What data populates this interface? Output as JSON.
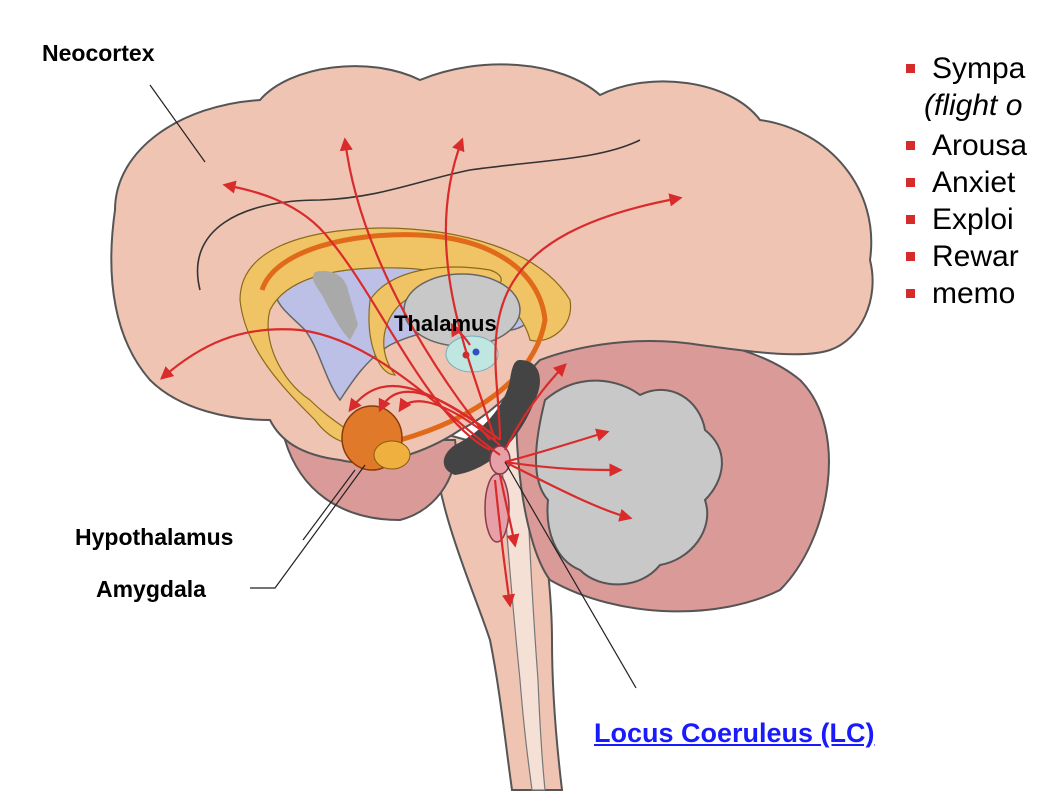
{
  "labels": {
    "neocortex": "Neocortex",
    "thalamus": "Thalamus",
    "hypothalamus": "Hypothalamus",
    "amygdala": "Amygdala"
  },
  "link": {
    "text": "Locus Coeruleus (LC)"
  },
  "bullets": {
    "items": [
      {
        "text": "Sympa"
      },
      {
        "text": "(flight o"
      },
      {
        "text": "Arousa"
      },
      {
        "text": "Anxiet"
      },
      {
        "text": "Exploi"
      },
      {
        "text": "Rewar"
      },
      {
        "text": "memo"
      }
    ]
  },
  "colors": {
    "cortex": "#efc4b3",
    "cerebellum_outer": "#d99a98",
    "cerebellum_inner": "#c8c8c8",
    "ventricle": "#bcc0e6",
    "corpus_callosum": "#f0c465",
    "arrow": "#d92b2b",
    "link": "#1a1aff",
    "bullet": "#d62b2b"
  }
}
